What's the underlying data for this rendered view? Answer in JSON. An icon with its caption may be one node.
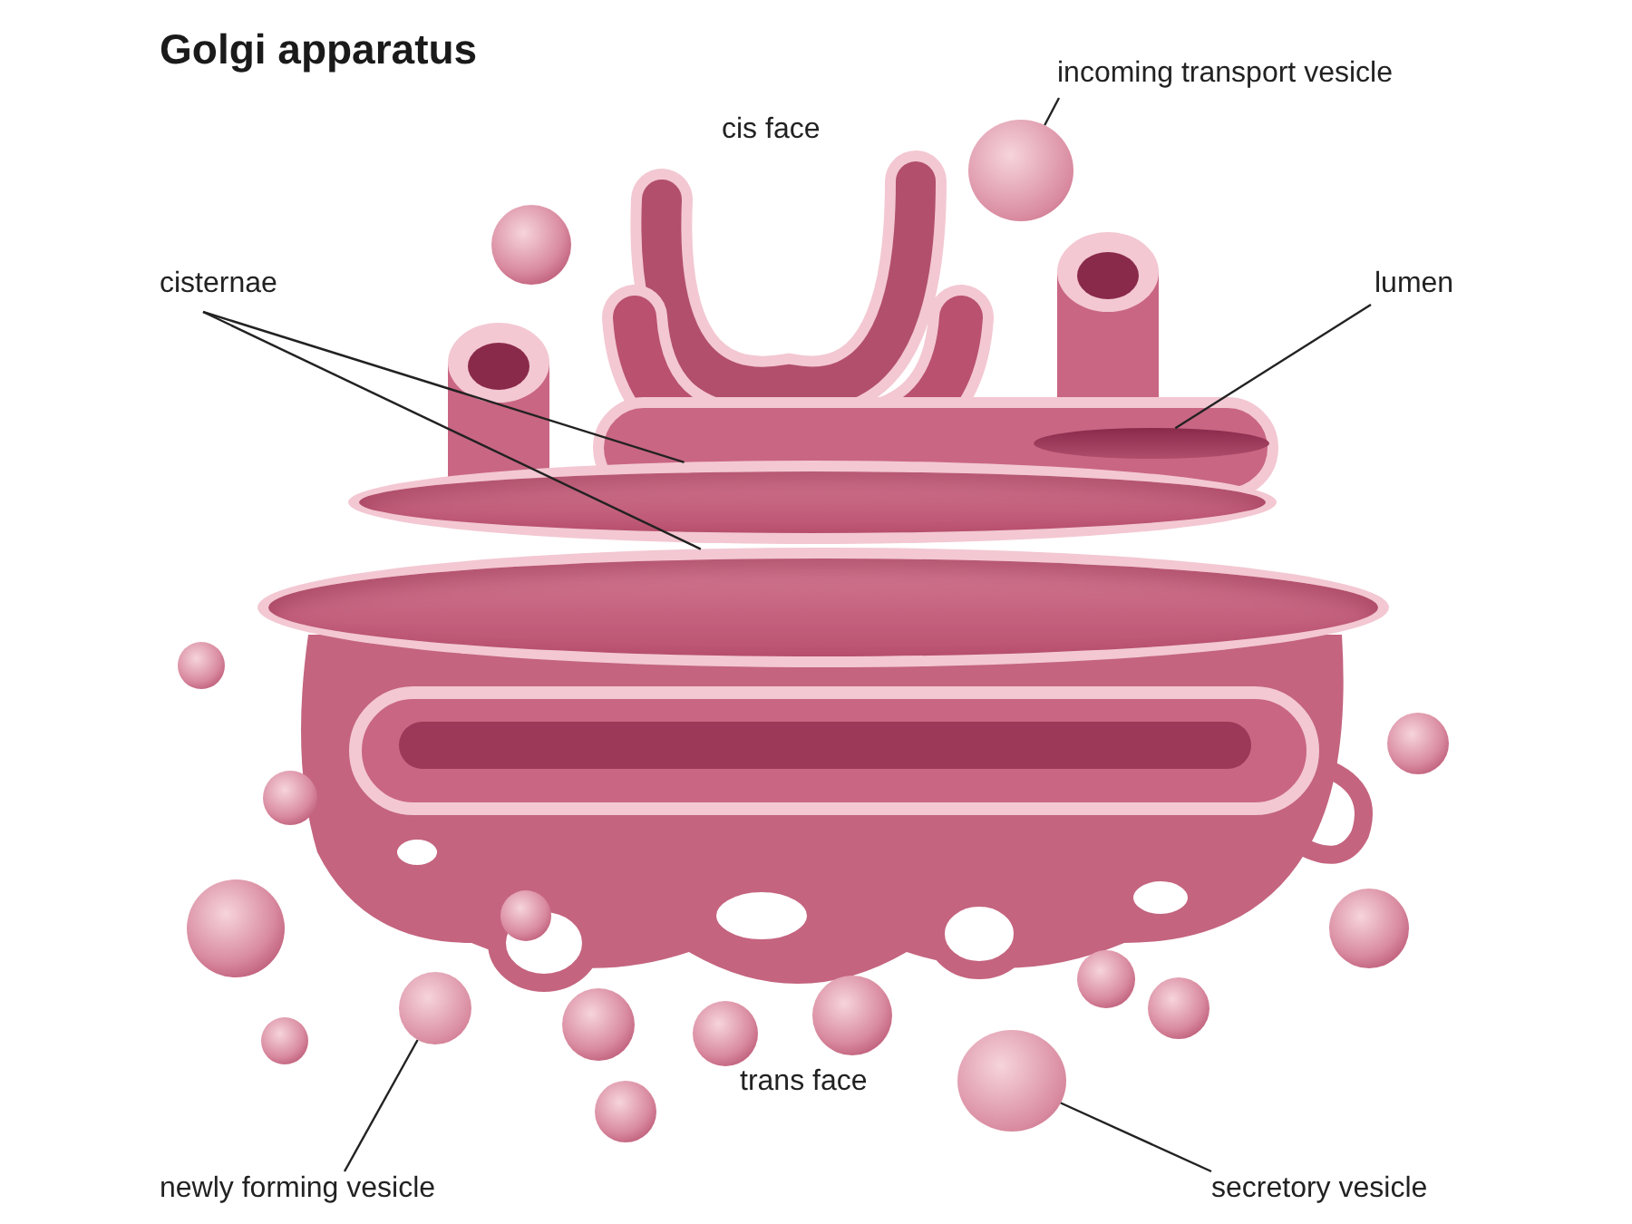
{
  "diagram": {
    "title": "Golgi apparatus",
    "nodes": [
      {
        "text": [
          "cisternae"
        ]
      },
      {
        "text": [],
        "shape": "bar"
      },
      {
        "text": [],
        "shape": "bar"
      },
      {
        "text": [
          "incoming transport vesicle"
        ]
      },
      {
        "text": [],
        "shape": "circle"
      },
      {
        "text": [
          "lumen"
        ]
      },
      {
        "text": [],
        "shape": "bar"
      },
      {
        "text": [
          "newly forming vesicle"
        ]
      },
      {
        "text": [],
        "shape": "circle"
      },
      {
        "text": [
          "secretory vesicle"
        ]
      },
      {
        "text": [],
        "shape": "circle"
      }
    ],
    "edges": [
      {
        "from": 0,
        "to": 1,
        "arrow": "none"
      },
      {
        "from": 0,
        "to": 2,
        "arrow": "none"
      },
      {
        "from": 3,
        "to": 4,
        "arrow": "none"
      },
      {
        "from": 5,
        "to": 6,
        "arrow": "none"
      },
      {
        "from": 7,
        "to": 8,
        "arrow": "none"
      },
      {
        "from": 9,
        "to": 10,
        "arrow": "none"
      }
    ],
    "labels": [
      "cis face",
      "trans face"
    ]
  }
}
